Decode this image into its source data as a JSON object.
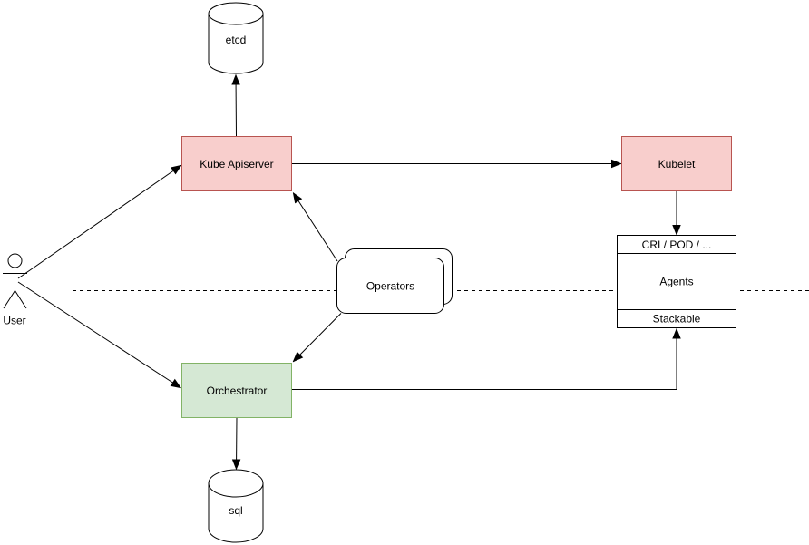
{
  "diagram": {
    "nodes": {
      "user": {
        "label": "User",
        "shape": "actor"
      },
      "etcd": {
        "label": "etcd",
        "shape": "cylinder"
      },
      "kube_apiserver": {
        "label": "Kube Apiserver",
        "fill": "#f8cecc",
        "stroke": "#b85450"
      },
      "kubelet": {
        "label": "Kubelet",
        "fill": "#f8cecc",
        "stroke": "#b85450"
      },
      "operators": {
        "label": "Operators",
        "shape": "stacked-rounded-rect"
      },
      "agents": {
        "header": "CRI / POD / ...",
        "label": "Agents",
        "footer": "Stackable"
      },
      "orchestrator": {
        "label": "Orchestrator",
        "fill": "#d5e8d4",
        "stroke": "#82b366"
      },
      "sql": {
        "label": "sql",
        "shape": "cylinder"
      }
    },
    "edges": [
      {
        "from": "User",
        "to": "Kube Apiserver"
      },
      {
        "from": "User",
        "to": "Orchestrator"
      },
      {
        "from": "Kube Apiserver",
        "to": "etcd"
      },
      {
        "from": "Kube Apiserver",
        "to": "Kubelet"
      },
      {
        "from": "Kubelet",
        "to": "Agents (CRI / POD / ...)"
      },
      {
        "from": "Operators",
        "to": "Kube Apiserver"
      },
      {
        "from": "Operators",
        "to": "Orchestrator"
      },
      {
        "from": "Orchestrator",
        "to": "Agents (Stackable)"
      },
      {
        "from": "Orchestrator",
        "to": "sql"
      }
    ],
    "separator": {
      "style": "dashed",
      "orientation": "horizontal"
    },
    "colors": {
      "line": "#000000",
      "text": "#000000",
      "background": "#ffffff",
      "white_fill": "#ffffff",
      "red_fill": "#f8cecc",
      "red_stroke": "#b85450",
      "green_fill": "#d5e8d4",
      "green_stroke": "#82b366"
    }
  }
}
